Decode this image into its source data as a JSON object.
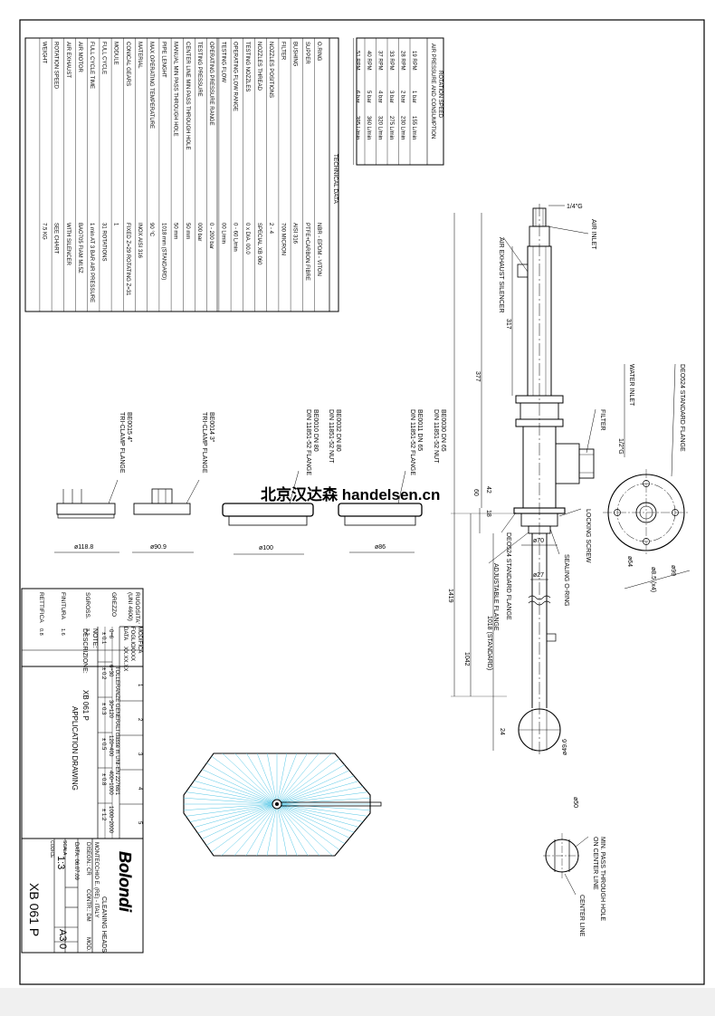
{
  "technical_data": {
    "title": "TECHNICAL DATA",
    "rows": [
      {
        "label": "O.RING",
        "value": "NBR - EPDM - VITON"
      },
      {
        "label": "SUPPER",
        "value": "PTFE+CARBON FIBRE"
      },
      {
        "label": "BUSHING",
        "value": "AISI 316"
      },
      {
        "label": "FILTER",
        "value": "700 MICRON"
      },
      {
        "label": "NOZZLES POSITIONS",
        "value": "2 - 4"
      },
      {
        "label": "NOZZLES THREAD",
        "value": "SPECIAL XB 060"
      },
      {
        "label": "TESTING NOZZLES",
        "value": "0 x DIA. 00.0"
      },
      {
        "label": "OPERATING FLOW RANGE",
        "value": "0 - 60 L/min"
      },
      {
        "label": "TESTING FLOW",
        "value": "00 L/min"
      },
      {
        "label": "OPERATING PRESSURE RANGE",
        "value": "0 - 200 bar"
      },
      {
        "label": "TESTING PRESSURE",
        "value": "000 bar"
      },
      {
        "label": "CENTER LINE MIN PASS THROUGH HOLE",
        "value": "50 mm"
      },
      {
        "label": "MANUAL MIN PASS THROUGH HOLE",
        "value": "50 mm"
      },
      {
        "label": "PIPE LENGHT",
        "value": "1018 mm (STANDARD)"
      },
      {
        "label": "MAX OPERATING TEMPERATURE",
        "value": "90 °C"
      },
      {
        "label": "MATERIAL",
        "value": "INOX AISI 316"
      },
      {
        "label": "CONICAL GEARS",
        "value": "FIXED Z=29 ROTATING Z=31"
      },
      {
        "label": "MODULE",
        "value": "1"
      },
      {
        "label": "FULL CYCLE",
        "value": "31 ROTATIONS"
      },
      {
        "label": "FULL CYCLE TIME",
        "value": "1 min AT 3 BAR AIR PRESSURE"
      },
      {
        "label": "AIR MOTOR",
        "value": "BAO705 FIAM MI.5Z"
      },
      {
        "label": "AIR EXHAUST",
        "value": "WITH SILENCER"
      },
      {
        "label": "ROTATION SPEED",
        "value": "SEE CHART"
      },
      {
        "label": "WEIGHT",
        "value": "7.5 KG"
      }
    ]
  },
  "speed_chart": {
    "title_1": "ROTATION SPEED",
    "title_2": "AIR PRESSURE AND CONSUMPTION",
    "rows": [
      {
        "rpm": "19 RPM",
        "bar": "1 bar",
        "flow": "155 L/min"
      },
      {
        "rpm": "28 RPM",
        "bar": "2 bar",
        "flow": "230 L/min"
      },
      {
        "rpm": "33 RPM",
        "bar": "3 bar",
        "flow": "275 L/min"
      },
      {
        "rpm": "37 RPM",
        "bar": "4 bar",
        "flow": "320 L/min"
      },
      {
        "rpm": "40 RPM",
        "bar": "5 bar",
        "flow": "360 L/min"
      },
      {
        "rpm": "51 RPM",
        "bar": "6 bar",
        "flow": "395 L/min"
      }
    ]
  },
  "callouts": {
    "air_inlet": "AIR INLET",
    "thread_quarter": "1/4\"G",
    "air_exhaust": "AIR EXHAUST SILENCER",
    "water_inlet": "WATER INLET",
    "thread_half": "1/2\"G",
    "filter": "FILTER",
    "deo_flange": "DEO524 STANDARD FLANGE",
    "locking_screw": "LOCKING SCREW",
    "sealing_oring": "SEALING O-RING",
    "deo_flange_2": "DEO524 STANDARD FLANGE",
    "adjustable_flange": "ADJUSTABLE FLANGE",
    "min_pass_1": "MIN. PASS THROUGH HOLE",
    "min_pass_2": "ON CENTER LINE",
    "center_line": "CENTER LINE"
  },
  "dimensions": {
    "d317": "317",
    "d377": "377",
    "d1419": "1419",
    "d1042": "1042",
    "d1018": "1018 (STANDARD)",
    "d60": "60",
    "d42": "42",
    "d18": "18",
    "d24": "24",
    "phi70": "ø70",
    "phi27": "ø27",
    "phi49": "ø49.6",
    "phi50": "ø50",
    "phi99": "ø99",
    "phi85": "ø8.5 (x4)",
    "phi64": "ø64"
  },
  "flanges": [
    {
      "code_1": "BE0015 4\"",
      "code_2": "TRI-CLAMP FLANGE",
      "dia": "ø118.8"
    },
    {
      "code_1": "BE0014 3\"",
      "code_2": "TRI-CLAMP FLANGE",
      "dia": "ø90.9"
    },
    {
      "code_1": "BE0032 DN 80",
      "code_2": "BE0010 DN 80",
      "code_3": "DIN 11851-52 NUT",
      "code_4": "DIN 11851-52 FLANGE",
      "dia": "ø100"
    },
    {
      "code_1": "BE0030 DN 65",
      "code_2": "BE0011 DN 65",
      "code_3": "DIN 11851-52 NUT",
      "code_4": "DIN 11851-52 FLANGE",
      "dia": "ø86"
    }
  ],
  "watermark": "北京汉达森 handelsen.cn",
  "title_block": {
    "rugosita": "RUGOSITA'",
    "uni": "(UNI 4600)",
    "grezzo": "GREZZO",
    "sgross": "SGROSS.",
    "finitura": "FINITURA",
    "rettifica": "RETTIFICA",
    "r32": "3.2",
    "r16": "1.6",
    "r08": "0.8",
    "modifica": "MODIFICA",
    "foglio": "FOGLIO",
    "data_lbl": "DATA",
    "foglio_val": "XXXX",
    "data_val": "XX.XX.XX",
    "rev_cols": [
      "1",
      "2",
      "3",
      "4",
      "5"
    ],
    "tol_header": "TOLLERANZE GENERALI classe m UNI-EN 22768/1",
    "tol_ranges": [
      "0÷6",
      "6÷30",
      "30÷120",
      "120÷400",
      "400÷1000",
      "1000÷2000"
    ],
    "tol_values": [
      "± 0.1",
      "± 0.2",
      "± 0.3",
      "± 0.5",
      "± 0.8",
      "± 1.2"
    ],
    "note": "NOTE:",
    "descrizione": "DESCRIZIONE:",
    "desc_1": "XB 061 P",
    "desc_2": "APPLICATION DRAWING",
    "company": "Bolondi",
    "subtitle": "CLEANING HEADS",
    "address": "MONTECCHIO E. (RE) - ITALY",
    "disegn": "DISEGN.: CR",
    "contr": "CONTR.: DM",
    "mod": "MOD.",
    "data_draw": "DATA: 06.07.09",
    "scala_lbl": "SCALA",
    "scala": "1:3",
    "formato": "A3",
    "rev": "0",
    "codice_lbl": "CODICE",
    "codice": "XB 061 P"
  }
}
